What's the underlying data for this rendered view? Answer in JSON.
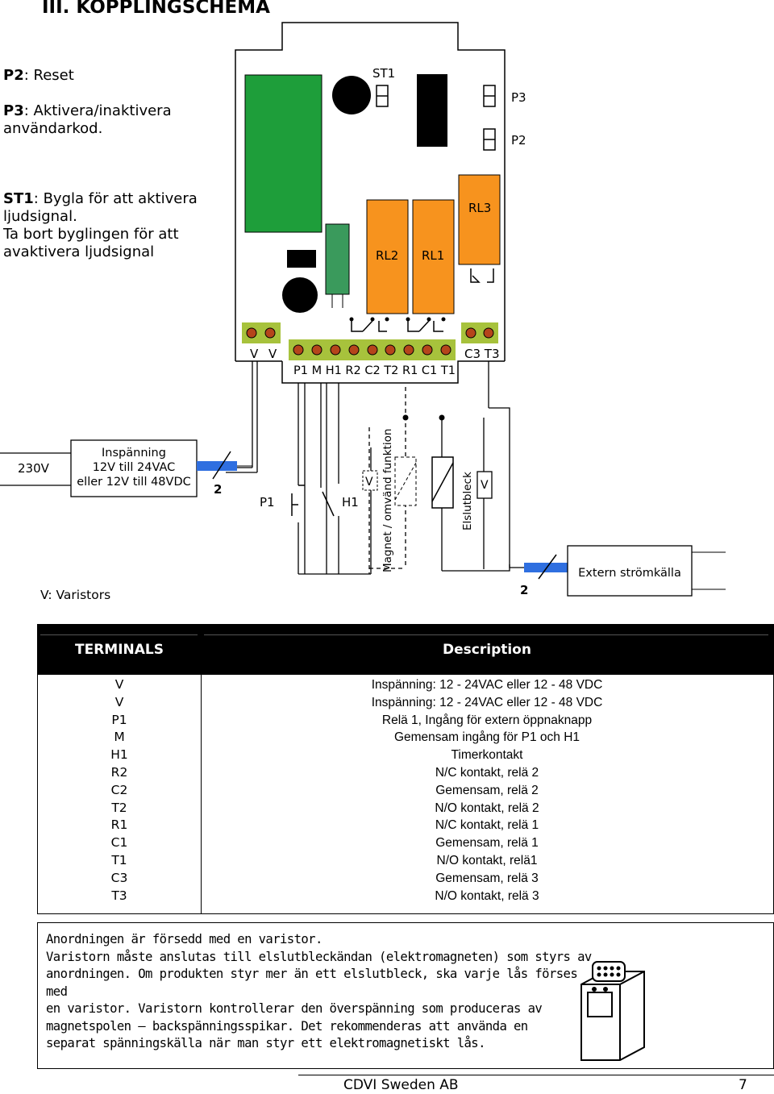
{
  "section_title": "III. KOPPLINGSCHEMA",
  "notes": {
    "p2_key": "P2",
    "p2_text": ": Reset",
    "p3_key": "P3",
    "p3_text": ": Aktivera/inaktivera",
    "p3_text2": "användarkod.",
    "st1_key": "ST1",
    "st1_text": ": Bygla för att aktivera",
    "st1_line2": "ljudsignal.",
    "st1_line3": "Ta bort byglingen för att",
    "st1_line4": "avaktivera ljudsignal"
  },
  "board": {
    "st1": "ST1",
    "p3": "P3",
    "p2": "P2",
    "rl3": "RL3",
    "rl2": "RL2",
    "rl1": "RL1",
    "v1": "V",
    "v2": "V",
    "terminals": "P1 M H1 R2 C2 T2 R1 C1 T1",
    "c3t3": "C3 T3"
  },
  "wiring": {
    "mains": "230V",
    "psu_line1": "Inspänning",
    "psu_line2": "12V till 24VAC",
    "psu_line3": "eller 12V till 48VDC",
    "wire_count_left": "2",
    "p1": "P1",
    "h1": "H1",
    "v_magnet": "V",
    "magnet": "Magnet / omvänd funktion",
    "elslutbleck": "Elslutbleck",
    "v_strike": "V",
    "extern": "Extern strömkälla",
    "wire_count_right": "2",
    "varistors": "V: Varistors"
  },
  "table": {
    "col1": "TERMINALS",
    "col2": "Description",
    "rows": [
      {
        "t": "V",
        "d": "Inspänning: 12 - 24VAC eller 12 - 48 VDC"
      },
      {
        "t": "V",
        "d": "Inspänning: 12 - 24VAC eller 12 - 48 VDC"
      },
      {
        "t": "P1",
        "d": "Relä 1, Ingång för extern öppnaknapp"
      },
      {
        "t": "M",
        "d": "Gemensam ingång för P1 och H1"
      },
      {
        "t": "H1",
        "d": "Timerkontakt"
      },
      {
        "t": "R2",
        "d": "N/C kontakt, relä 2"
      },
      {
        "t": "C2",
        "d": "Gemensam, relä 2"
      },
      {
        "t": "T2",
        "d": "N/O kontakt, relä 2"
      },
      {
        "t": "R1",
        "d": "N/C kontakt, relä 1"
      },
      {
        "t": "C1",
        "d": "Gemensam, relä 1"
      },
      {
        "t": "T1",
        "d": "N/O kontakt, relä1"
      },
      {
        "t": "C3",
        "d": "Gemensam, relä 3"
      },
      {
        "t": "T3",
        "d": "N/O kontakt, relä 3"
      }
    ]
  },
  "info": {
    "lines": [
      "Anordningen är försedd med en varistor.",
      "Varistorn måste anslutas till elslutbleckändan (elektromagneten) som styrs av",
      "anordningen. Om produkten styr mer än ett elslutbleck, ska varje lås förses med",
      "en varistor. Varistorn kontrollerar den överspänning som produceras av",
      "magnetspolen – backspänningsspikar. Det rekommenderas att använda en",
      "separat spänningskälla när man styr ett elektromagnetiskt lås."
    ]
  },
  "footer": {
    "company": "CDVI Sweden AB",
    "page": "7"
  },
  "colors": {
    "green_module": "#1e9e3a",
    "green_small": "#3a9a5c",
    "relay_orange": "#f7931e",
    "terminal_block": "#a7c23c",
    "terminal_screw": "#b5451b",
    "cable_blue": "#2f6fe0"
  }
}
